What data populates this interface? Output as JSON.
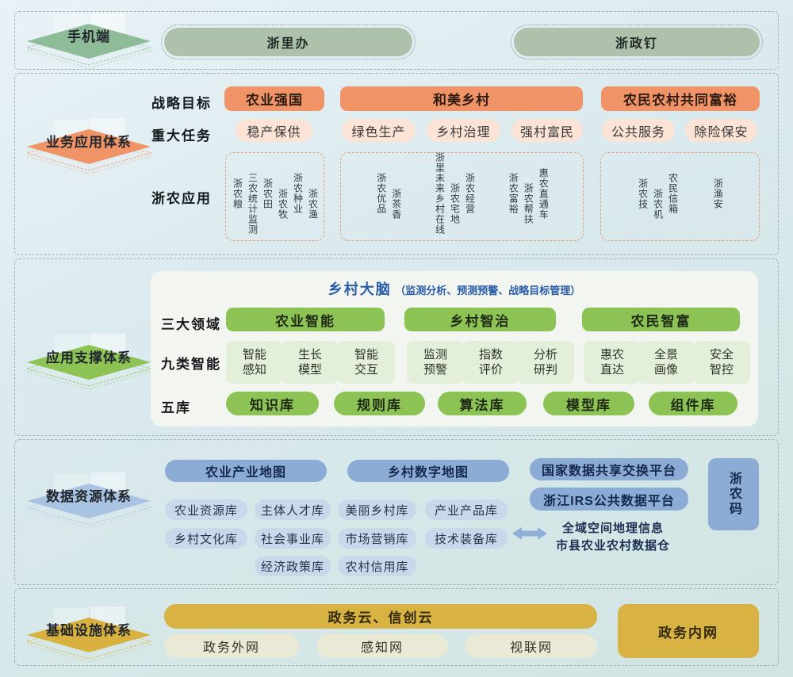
{
  "colors": {
    "accent_orange": "#f09468",
    "pale_orange": "#fbe3d5",
    "green": "#8dc355",
    "pale_green": "#e4efd9",
    "sage_green": "#aec2ab",
    "blue": "#8cacd6",
    "pale_blue": "#c8d9eb",
    "brain_blue": "#2a5da8",
    "gold": "#d9b244",
    "pale_olive": "#e9e9d6",
    "diamond_mobile": "#8fbc98",
    "diamond_data": "#a9c4e2"
  },
  "sections": {
    "mobile": {
      "label": "手机端",
      "apps": [
        "浙里办",
        "浙政钉"
      ]
    },
    "business": {
      "label": "业务应用体系",
      "strategic": {
        "label": "战略目标",
        "items": [
          "农业强国",
          "和美乡村",
          "农民农村共同富裕"
        ]
      },
      "tasks": {
        "label": "重大任务",
        "items": [
          "稳产保供",
          "绿色生产",
          "乡村治理",
          "强村富民",
          "公共服务",
          "除险保安"
        ]
      },
      "apps": {
        "label": "浙农应用",
        "group1": [
          "浙农粮",
          "三农统计监测",
          "浙农田",
          "浙农牧",
          "浙农种业",
          "浙农渔"
        ],
        "group2": [
          "浙农优品",
          "浙茶香",
          "浙里未来乡村在线",
          "浙农宅地",
          "浙农经营",
          "浙农富裕",
          "浙农帮扶",
          "惠农直通车"
        ],
        "group3": [
          "浙农技",
          "浙农机",
          "农民信箱",
          "浙渔安"
        ]
      }
    },
    "support": {
      "label": "应用支撑体系",
      "brain_title": "乡村大脑",
      "brain_note": "（监测分析、预测预警、战略目标管理）",
      "domains": {
        "label": "三大领域",
        "items": [
          "农业智能",
          "乡村智治",
          "农民智富"
        ]
      },
      "intelligences": {
        "label": "九类智能",
        "items": [
          "智能感知",
          "生长模型",
          "智能交互",
          "监测预警",
          "指数评价",
          "分析研判",
          "惠农直达",
          "全景画像",
          "安全智控"
        ]
      },
      "libraries": {
        "label": "五库",
        "items": [
          "知识库",
          "规则库",
          "算法库",
          "模型库",
          "组件库"
        ]
      }
    },
    "data": {
      "label": "数据资源体系",
      "maps": [
        "农业产业地图",
        "乡村数字地图"
      ],
      "platforms": [
        "国家数据共享交换平台",
        "浙江IRS公共数据平台"
      ],
      "code_box": "浙农码",
      "db_row1": [
        "农业资源库",
        "主体人才库",
        "美丽乡村库",
        "产业产品库"
      ],
      "db_row2": [
        "乡村文化库",
        "社会事业库",
        "市场营销库",
        "技术装备库"
      ],
      "db_row3": [
        "经济政策库",
        "农村信用库"
      ],
      "geo_lines": [
        "全域空间地理信息",
        "市县农业农村数据仓"
      ]
    },
    "infra": {
      "label": "基础设施体系",
      "cloud": "政务云、信创云",
      "networks": [
        "政务外网",
        "感知网",
        "视联网"
      ],
      "intranet": "政务内网"
    }
  }
}
